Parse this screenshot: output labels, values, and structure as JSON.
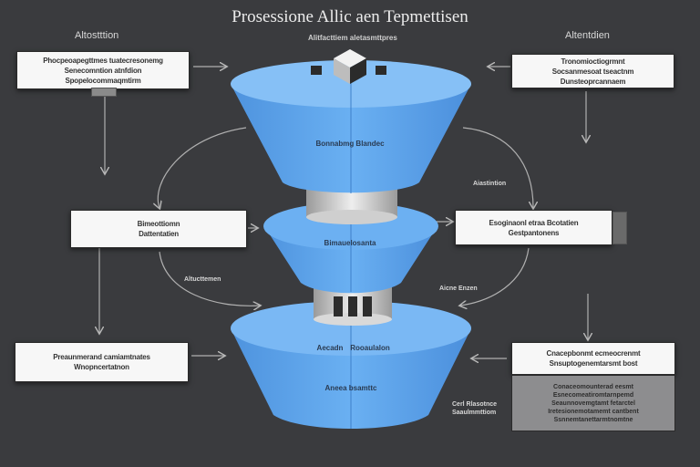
{
  "title": "Prosessione Allic aen Tepmettisen",
  "top_caption": "Alitfacttiem aletasmttpres",
  "left_heading": "Altostttion",
  "right_heading": "Altentdien",
  "boxes": {
    "left_top": [
      "Phocpeoapegttmes tuatecresonemg",
      "Senecomntion atnfdion",
      "Spopelocommaqmtirm"
    ],
    "left_middle": [
      "Bimeottiomn",
      "Dattentatien"
    ],
    "left_bottom": [
      "Preaunmerand camiamtnates",
      "Wnopncertatnon"
    ],
    "right_top": [
      "Tronomioctiogrmnt",
      "Socsanmesoat tseactnm",
      "Dunsteoprcannaem"
    ],
    "right_middle": [
      "Esoginaonl etraa Bcotatien",
      "Gestpantonens"
    ],
    "right_bottom": [
      "Cnacepbonmt ecmeocrenmt",
      "Snsuptogenemtarsmt bost"
    ]
  },
  "panel_lines": [
    "Conaceomounterad eesmt",
    "Esnecomeatiromtarnpemd",
    "Seaunnovemgtamt fetarctel",
    "Iretesionemotamemt cantbent",
    "Ssnnemtanettarmtnomtne"
  ],
  "flow_labels": {
    "right_upper": "Aiastintion",
    "left_lower": "Altucttemen",
    "right_lower": "Aicne Enzen",
    "bottom_right": [
      "Cerl Rlasotnce",
      "Saaulmmttiom"
    ]
  },
  "funnel": {
    "top_label": "Bonnabmg Blandec",
    "middle_label": "Bimauelosanta",
    "bottom_label_left": "Aecadn",
    "bottom_label_right": "Rooaulalon",
    "bottom_label_lower": "Aneea bsamttc"
  },
  "colors": {
    "funnel_blue": "#5aa0ea",
    "funnel_light": "#8cc2f5",
    "background": "#3a3b3e"
  }
}
